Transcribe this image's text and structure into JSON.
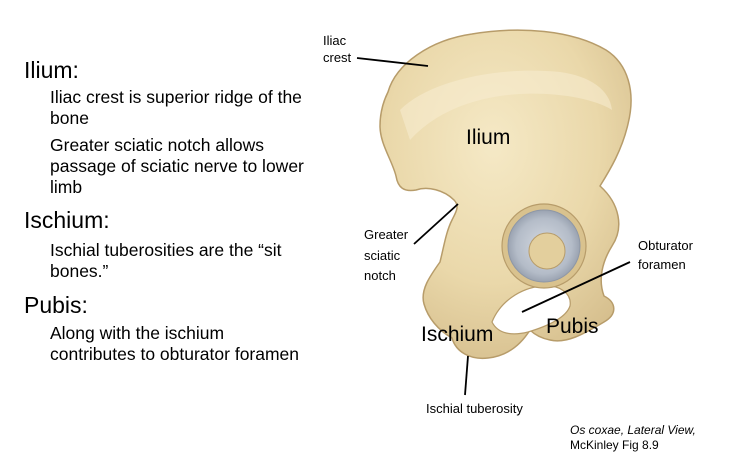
{
  "slide": {
    "sections": [
      {
        "heading": "Ilium:",
        "bullets": [
          [
            "Iliac crest is superior ridge of the",
            "bone"
          ],
          [
            "Greater sciatic notch allows",
            "passage of sciatic nerve to lower",
            "limb"
          ]
        ]
      },
      {
        "heading": "Ischium:",
        "bullets": [
          [
            "Ischial tuberosities are the “sit",
            "bones.”"
          ]
        ]
      },
      {
        "heading": "Pubis:",
        "bullets": [
          [
            "Along with the ischium",
            "contributes to obturator foramen"
          ]
        ]
      }
    ]
  },
  "figure": {
    "labels": {
      "iliac_crest": [
        "Iliac",
        "crest"
      ],
      "ilium": "Ilium",
      "greater_sciatic_notch": [
        "Greater",
        "sciatic",
        "notch"
      ],
      "obturator_foramen": [
        "Obturator",
        "foramen"
      ],
      "ischium": "Ischium",
      "pubis": "Pubis",
      "ischial_tuberosity": "Ischial tuberosity"
    },
    "caption_line1": "Os coxae, Lateral View,",
    "caption_line2": "McKinley Fig 8.9",
    "colors": {
      "bone": "#ecdcb0",
      "bone_shadow": "#cfb988",
      "bone_outline": "#b79c6a",
      "acetabulum": "#b9c0cc",
      "acetabulum_rim": "#8e97a6",
      "acetabulum_center": "#e3cf9d"
    }
  }
}
